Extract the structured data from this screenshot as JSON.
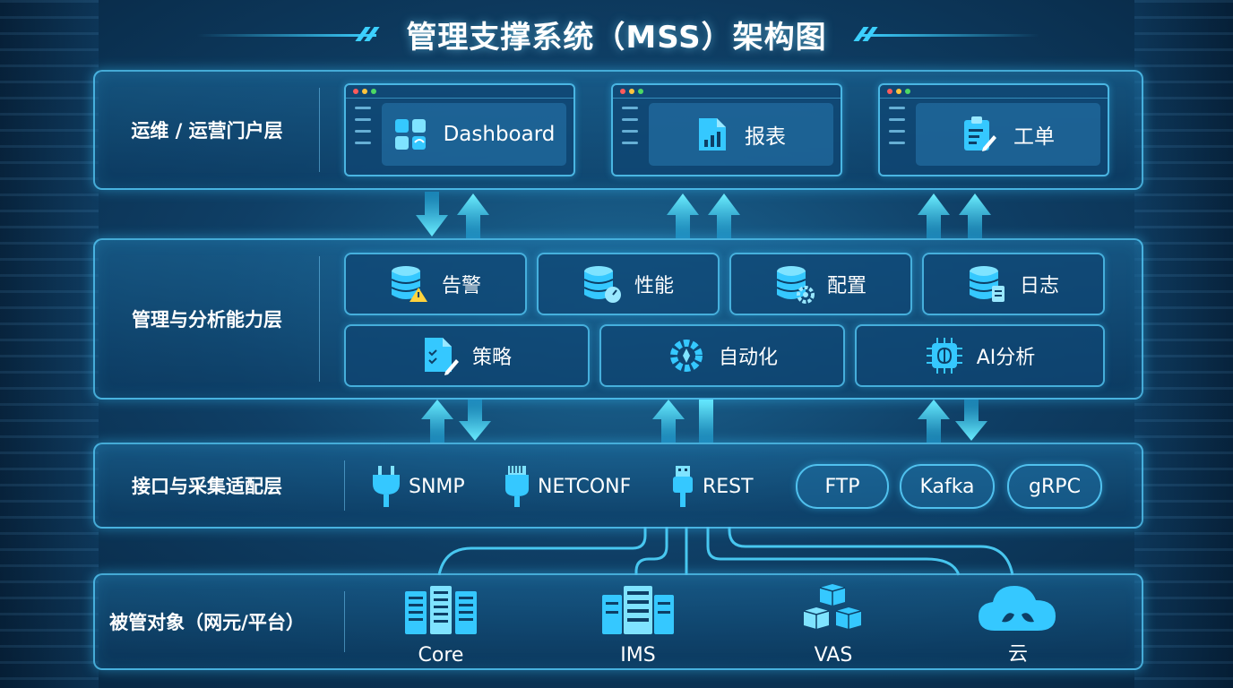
{
  "title": "管理支撑系统（MSS）架构图",
  "colors": {
    "accent": "#3cd0ff",
    "line": "#5ad2ff",
    "panel": "#0f4673"
  },
  "layers": {
    "portal": {
      "label": "运维 / 运营门户层",
      "windows": [
        {
          "label": "Dashboard",
          "icon": "dashboard-icon"
        },
        {
          "label": "报表",
          "icon": "report-icon"
        },
        {
          "label": "工单",
          "icon": "clipboard-icon"
        }
      ]
    },
    "analysis": {
      "label": "管理与分析能力层",
      "row1": [
        {
          "label": "告警",
          "icon": "database-alert-icon"
        },
        {
          "label": "性能",
          "icon": "database-gauge-icon"
        },
        {
          "label": "配置",
          "icon": "database-gear-icon"
        },
        {
          "label": "日志",
          "icon": "database-document-icon"
        }
      ],
      "row2": [
        {
          "label": "策略",
          "icon": "policy-document-icon"
        },
        {
          "label": "自动化",
          "icon": "gear-icon"
        },
        {
          "label": "AI分析",
          "icon": "ai-chip-icon"
        }
      ]
    },
    "interface": {
      "label": "接口与采集适配层",
      "protocols": [
        {
          "label": "SNMP",
          "icon": "plug-icon"
        },
        {
          "label": "NETCONF",
          "icon": "connector-icon"
        },
        {
          "label": "REST",
          "icon": "usb-icon"
        }
      ],
      "pipes": [
        {
          "label": "FTP"
        },
        {
          "label": "Kafka"
        },
        {
          "label": "gRPC"
        }
      ]
    },
    "managed": {
      "label": "被管对象（网元/平台）",
      "objects": [
        {
          "label": "Core",
          "icon": "server-rack-icon"
        },
        {
          "label": "IMS",
          "icon": "server-icon"
        },
        {
          "label": "VAS",
          "icon": "cubes-icon"
        },
        {
          "label": "云",
          "icon": "cloud-icon"
        }
      ]
    }
  }
}
